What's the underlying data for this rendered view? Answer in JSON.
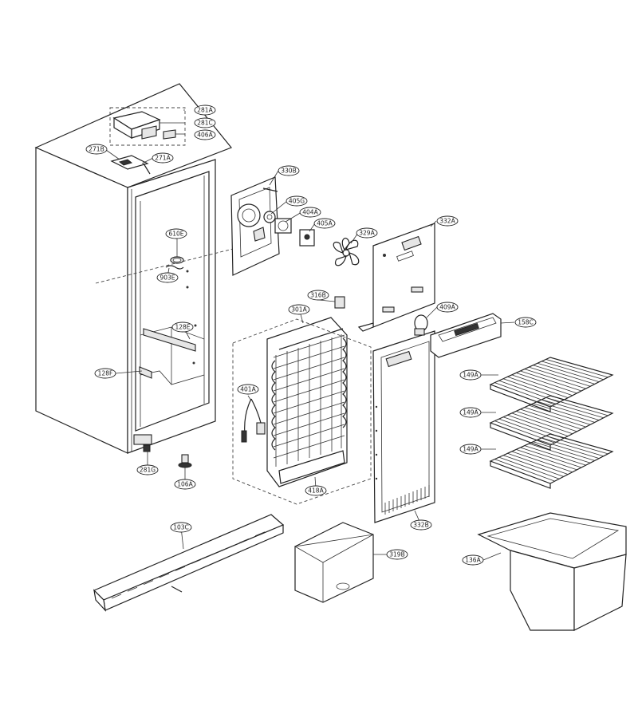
{
  "labels": {
    "p281A": "281A",
    "p281C": "281C",
    "p406A": "406A",
    "p271B": "271B",
    "p271A": "271A",
    "p330B": "330B",
    "p405G": "405G",
    "p404A": "404A",
    "p405A": "405A",
    "p329A": "329A",
    "p332A": "332A",
    "p610E": "610E",
    "p903E": "903E",
    "p316B": "316B",
    "p301A": "301A",
    "p409A": "409A",
    "p158C": "158C",
    "p128E": "128E",
    "p128F": "128F",
    "p401A": "401A",
    "p149A_1": "149A",
    "p149A_2": "149A",
    "p149A_3": "149A",
    "p418A": "418A",
    "p281G": "281G",
    "p106A": "106A",
    "p332B": "332B",
    "p103C": "103C",
    "p319B": "319B",
    "p136A": "136A"
  }
}
